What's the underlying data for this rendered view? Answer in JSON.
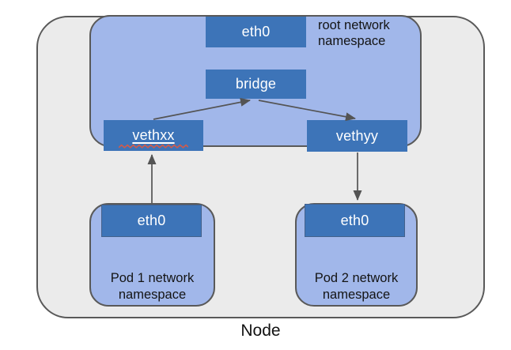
{
  "diagram": {
    "node_label": "Node",
    "root_namespace": {
      "name_line1": "root network",
      "name_line2": "namespace",
      "eth0_label": "eth0",
      "bridge_label": "bridge",
      "vethxx_label": "vethxx",
      "vethyy_label": "vethyy"
    },
    "pod1": {
      "eth0_label": "eth0",
      "name_line1": "Pod 1 network",
      "name_line2": "namespace"
    },
    "pod2": {
      "eth0_label": "eth0",
      "name_line1": "Pod 2 network",
      "name_line2": "namespace"
    },
    "edges": [
      {
        "from": "pod1-eth0",
        "to": "vethxx",
        "direction": "up"
      },
      {
        "from": "vethxx",
        "to": "bridge",
        "direction": "up-right"
      },
      {
        "from": "bridge",
        "to": "vethyy",
        "direction": "down-right"
      },
      {
        "from": "vethyy",
        "to": "pod2-eth0",
        "direction": "down"
      }
    ]
  },
  "colors": {
    "interface_box_blue": "#3d74b8",
    "namespace_light_blue": "#a1b7ea",
    "node_gray": "#ebebeb",
    "border_gray": "#595959",
    "arrow_gray": "#545454",
    "spellcheck_squiggle_red": "#cf5b4c",
    "box_text_white": "#ffffff",
    "label_text_black": "#141414"
  }
}
